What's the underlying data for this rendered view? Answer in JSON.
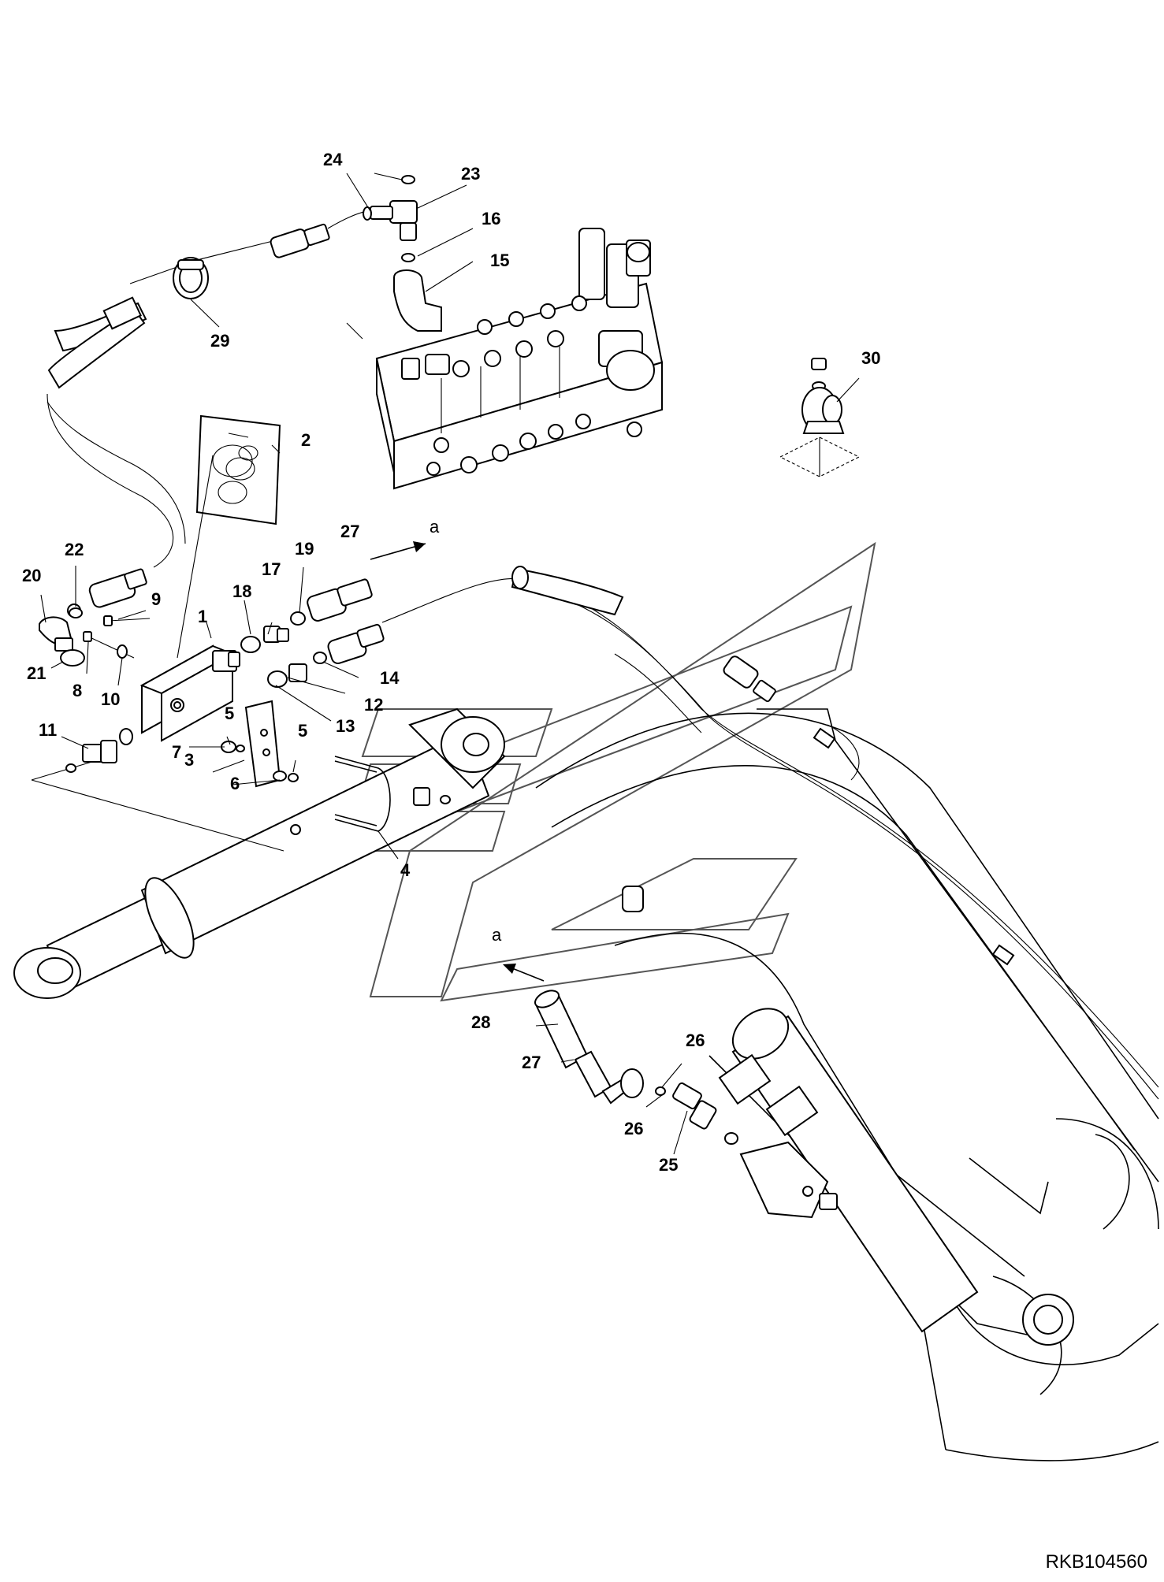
{
  "drawing_code": "RKB104560",
  "arrow_label": "a",
  "callouts": [
    {
      "id": "c1",
      "text": "1"
    },
    {
      "id": "c2",
      "text": "2"
    },
    {
      "id": "c3",
      "text": "3"
    },
    {
      "id": "c4",
      "text": "4"
    },
    {
      "id": "c5a",
      "text": "5"
    },
    {
      "id": "c5b",
      "text": "5"
    },
    {
      "id": "c6",
      "text": "6"
    },
    {
      "id": "c7",
      "text": "7"
    },
    {
      "id": "c8",
      "text": "8"
    },
    {
      "id": "c9",
      "text": "9"
    },
    {
      "id": "c10",
      "text": "10"
    },
    {
      "id": "c11",
      "text": "11"
    },
    {
      "id": "c12",
      "text": "12"
    },
    {
      "id": "c13",
      "text": "13"
    },
    {
      "id": "c14",
      "text": "14"
    },
    {
      "id": "c15",
      "text": "15"
    },
    {
      "id": "c16",
      "text": "16"
    },
    {
      "id": "c17",
      "text": "17"
    },
    {
      "id": "c18",
      "text": "18"
    },
    {
      "id": "c19",
      "text": "19"
    },
    {
      "id": "c20",
      "text": "20"
    },
    {
      "id": "c21",
      "text": "21"
    },
    {
      "id": "c22",
      "text": "22"
    },
    {
      "id": "c23",
      "text": "23"
    },
    {
      "id": "c24",
      "text": "24"
    },
    {
      "id": "c25",
      "text": "25"
    },
    {
      "id": "c26a",
      "text": "26"
    },
    {
      "id": "c26b",
      "text": "26"
    },
    {
      "id": "c27a",
      "text": "27"
    },
    {
      "id": "c27b",
      "text": "27"
    },
    {
      "id": "c28",
      "text": "28"
    },
    {
      "id": "c29",
      "text": "29"
    },
    {
      "id": "c30",
      "text": "30"
    }
  ]
}
